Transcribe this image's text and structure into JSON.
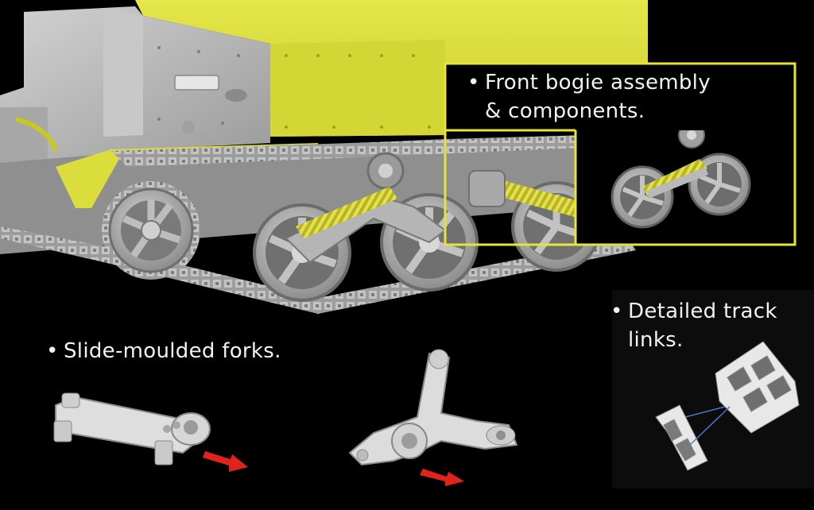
{
  "captions": {
    "front_bogie": {
      "line1": "Front bogie assembly",
      "line2": "& components."
    },
    "forks": {
      "line1": "Slide-moulded forks."
    },
    "track": {
      "line1": "Detailed track",
      "line2": "links."
    }
  },
  "bullet": "•",
  "colors": {
    "background": "#000000",
    "hull_yellow": "#d8db3a",
    "hull_grey": "#b9b9b9",
    "inset_border": "#e8e33a",
    "arrow_red": "#e0241b",
    "text": "#f2f2f2"
  },
  "icons": [
    "tank-hull-render",
    "bogie-inset-render",
    "fork-part-render",
    "bracket-part-render",
    "track-link-render",
    "direction-arrow-icon"
  ]
}
